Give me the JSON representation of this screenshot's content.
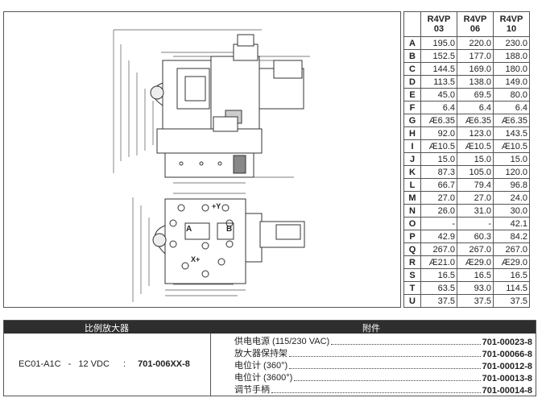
{
  "dims_table": {
    "headers": [
      "R4VP\n03",
      "R4VP\n06",
      "R4VP\n10"
    ],
    "rows": [
      {
        "label": "A",
        "values": [
          "195.0",
          "220.0",
          "230.0"
        ]
      },
      {
        "label": "B",
        "values": [
          "152.5",
          "177.0",
          "188.0"
        ]
      },
      {
        "label": "C",
        "values": [
          "144.5",
          "169.0",
          "180.0"
        ]
      },
      {
        "label": "D",
        "values": [
          "113.5",
          "138.0",
          "149.0"
        ]
      },
      {
        "label": "E",
        "values": [
          "45.0",
          "69.5",
          "80.0"
        ]
      },
      {
        "label": "F",
        "values": [
          "6.4",
          "6.4",
          "6.4"
        ]
      },
      {
        "label": "G",
        "values": [
          "Æ6.35",
          "Æ6.35",
          "Æ6.35"
        ]
      },
      {
        "label": "H",
        "values": [
          "92.0",
          "123.0",
          "143.5"
        ]
      },
      {
        "label": "I",
        "values": [
          "Æ10.5",
          "Æ10.5",
          "Æ10.5"
        ]
      },
      {
        "label": "J",
        "values": [
          "15.0",
          "15.0",
          "15.0"
        ]
      },
      {
        "label": "K",
        "values": [
          "87.3",
          "105.0",
          "120.0"
        ]
      },
      {
        "label": "L",
        "values": [
          "66.7",
          "79.4",
          "96.8"
        ]
      },
      {
        "label": "M",
        "values": [
          "27.0",
          "27.0",
          "24.0"
        ]
      },
      {
        "label": "N",
        "values": [
          "26.0",
          "31.0",
          "30.0"
        ]
      },
      {
        "label": "O",
        "values": [
          "-",
          "-",
          "42.1"
        ]
      },
      {
        "label": "P",
        "values": [
          "42.9",
          "60.3",
          "84.2"
        ]
      },
      {
        "label": "Q",
        "values": [
          "267.0",
          "267.0",
          "267.0"
        ]
      },
      {
        "label": "R",
        "values": [
          "Æ21.0",
          "Æ29.0",
          "Æ29.0"
        ]
      },
      {
        "label": "S",
        "values": [
          "16.5",
          "16.5",
          "16.5"
        ]
      },
      {
        "label": "T",
        "values": [
          "63.5",
          "93.0",
          "114.5"
        ]
      },
      {
        "label": "U",
        "values": [
          "37.5",
          "37.5",
          "37.5"
        ]
      }
    ]
  },
  "drawing": {
    "port_a": "A",
    "port_b": "B",
    "axis_y": "+Y",
    "axis_x": "X+"
  },
  "amplifier": {
    "left_title": "比例放大器",
    "right_title": "附件",
    "model": "EC01-A1C",
    "dash": "-",
    "voltage": "12 VDC",
    "colon": ":",
    "code": "701-006XX-8",
    "accessories": [
      {
        "name": "供电电源 (115/230 VAC)",
        "code": "701-00023-8"
      },
      {
        "name": "放大器保持架",
        "code": "701-00066-8"
      },
      {
        "name": "电位计 (360°)",
        "code": "701-00012-8"
      },
      {
        "name": "电位计 (3600°)",
        "code": "701-00013-8"
      },
      {
        "name": "调节手柄",
        "code": "701-00014-8"
      }
    ]
  }
}
